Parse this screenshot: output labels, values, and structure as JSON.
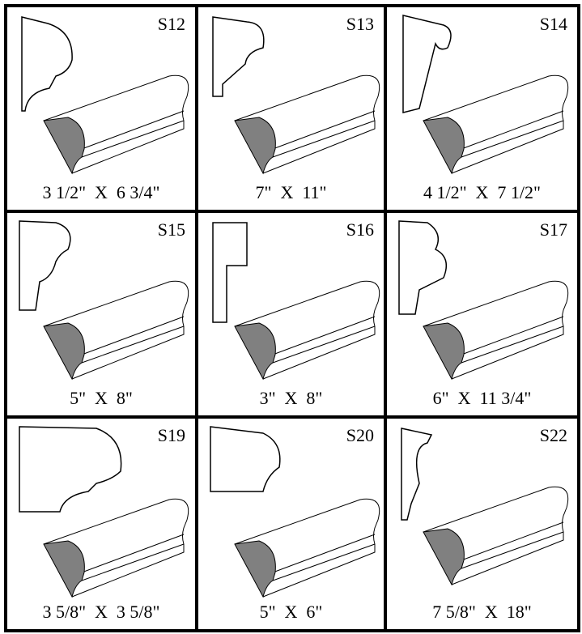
{
  "title": "Moulding profiles catalog",
  "profiles": [
    {
      "code": "S12",
      "size": "3 1/2\"  X  6 3/4\""
    },
    {
      "code": "S13",
      "size": "7\"  X  11\""
    },
    {
      "code": "S14",
      "size": "4 1/2\"  X  7 1/2\""
    },
    {
      "code": "S15",
      "size": "5\"  X  8\""
    },
    {
      "code": "S16",
      "size": "3\"  X  8\""
    },
    {
      "code": "S17",
      "size": "6\"  X  11 3/4\""
    },
    {
      "code": "S19",
      "size": "3 5/8\"  X  3 5/8\""
    },
    {
      "code": "S20",
      "size": "5\"  X  6\""
    },
    {
      "code": "S22",
      "size": "7 5/8\"  X  18\""
    }
  ],
  "colors": {
    "profile_fill": "#808080",
    "line": "#000000"
  }
}
